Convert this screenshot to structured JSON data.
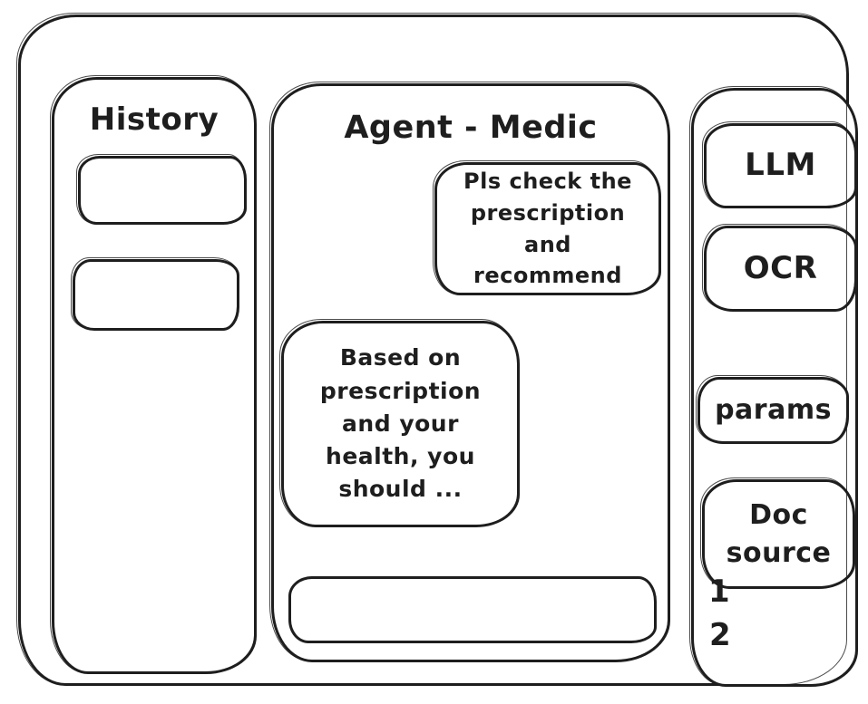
{
  "colors": {
    "ink": "#1e1e1e",
    "background": "#ffffff"
  },
  "history_panel": {
    "title": "History",
    "items": [
      {
        "label": ""
      },
      {
        "label": ""
      }
    ]
  },
  "chat_panel": {
    "title": "Agent - Medic",
    "messages": [
      {
        "role": "user",
        "text": "Pls check the\nprescription\nand recommend"
      },
      {
        "role": "assistant",
        "text": "Based on\nprescription\nand your\nhealth, you\nshould ..."
      }
    ],
    "input": {
      "value": "",
      "placeholder": ""
    }
  },
  "tools_panel": {
    "buttons": [
      {
        "label": "LLM"
      },
      {
        "label": "OCR"
      },
      {
        "label": "params"
      },
      {
        "label": "Doc source"
      }
    ],
    "doc_source_items": [
      "1",
      "2"
    ]
  }
}
